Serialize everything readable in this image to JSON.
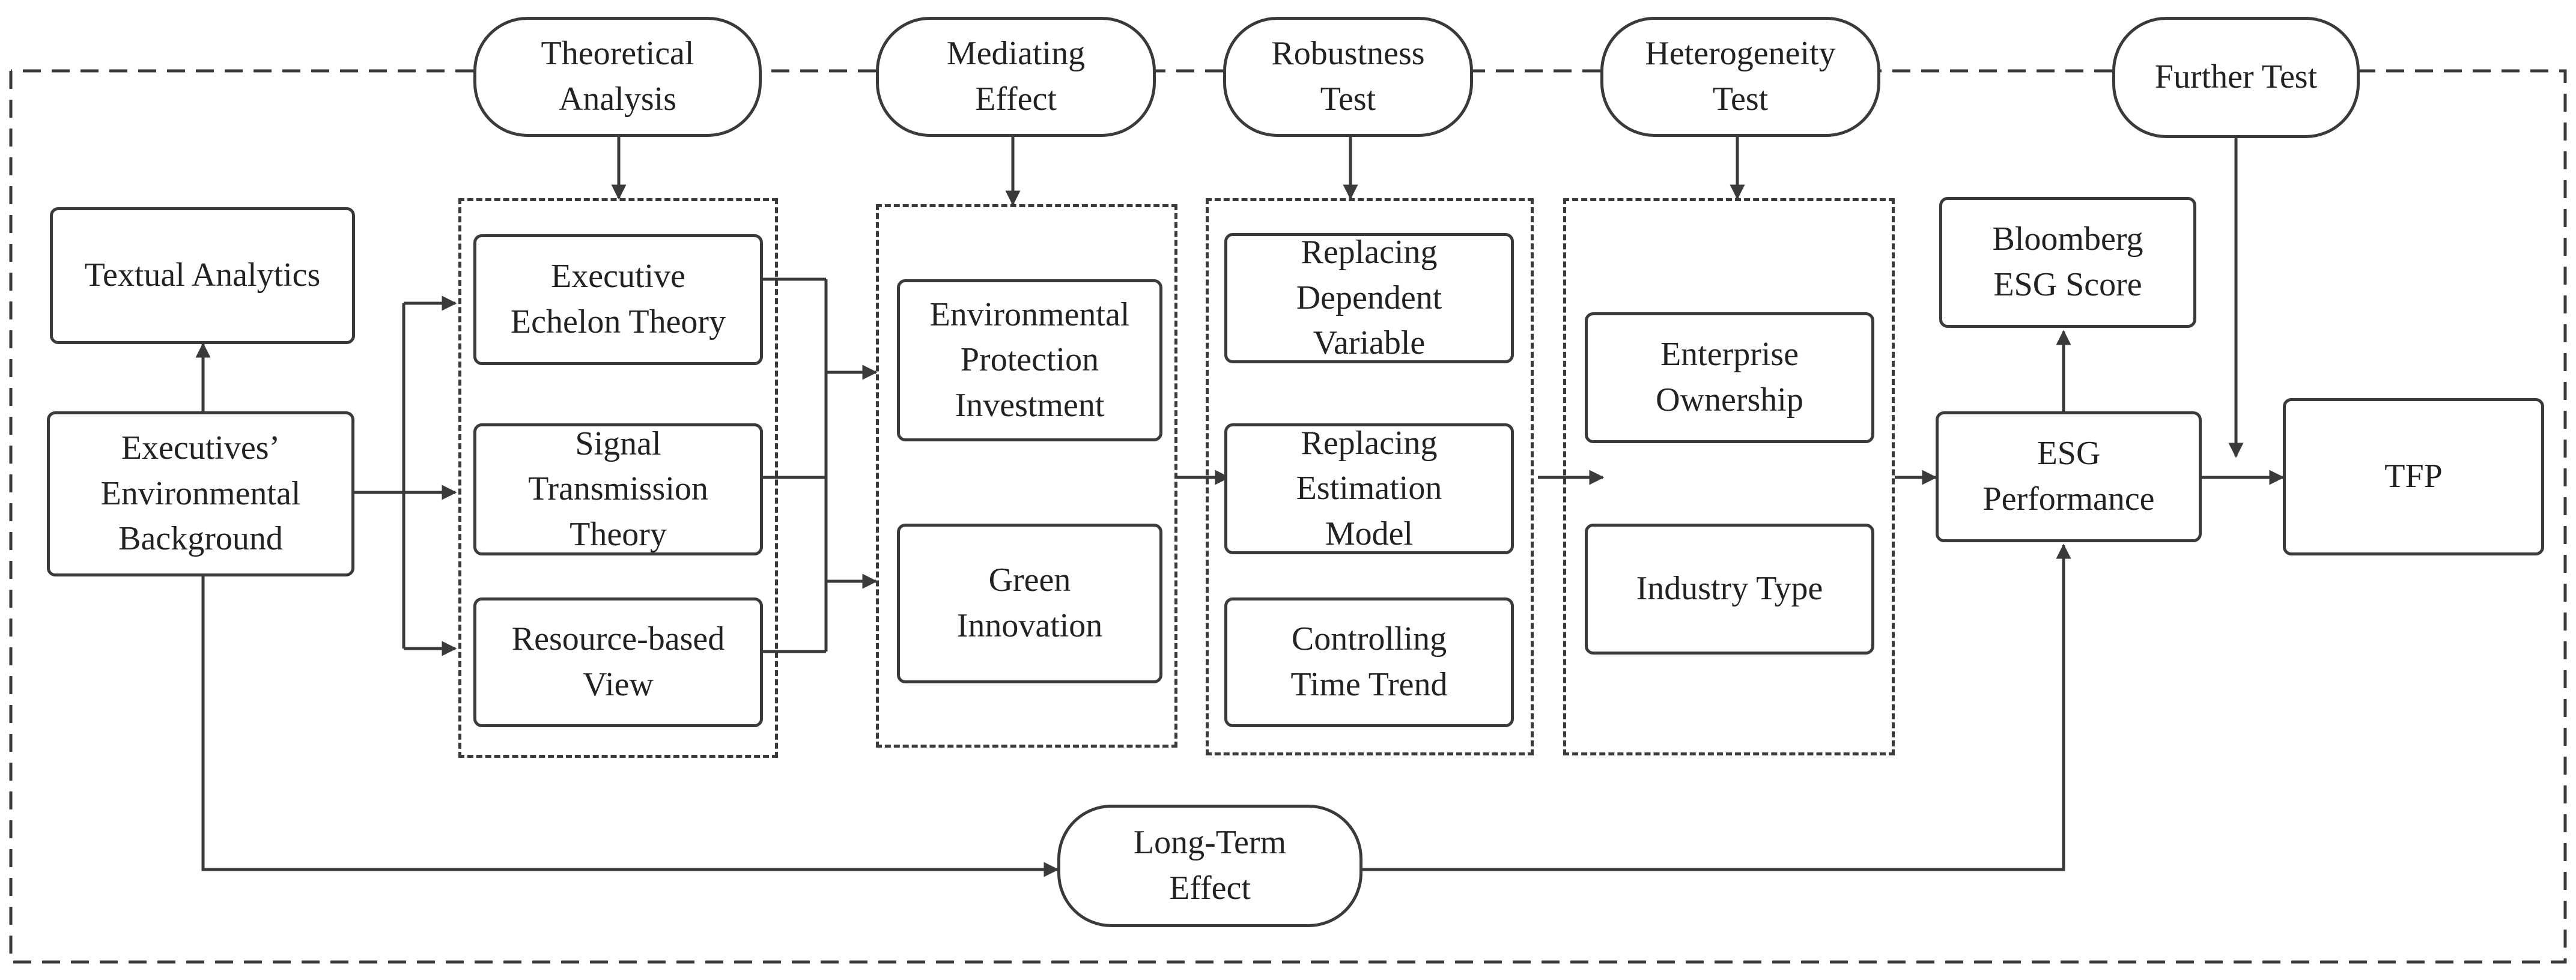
{
  "headers": {
    "theoretical": "Theoretical\nAnalysis",
    "mediating": "Mediating\nEffect",
    "robustness": "Robustness\nTest",
    "heterogeneity": "Heterogeneity\nTest",
    "further": "Further Test"
  },
  "nodes": {
    "textual_analytics": "Textual Analytics",
    "executives_background": "Executives’\nEnvironmental\nBackground",
    "executive_echelon": "Executive\nEchelon Theory",
    "signal_transmission": "Signal\nTransmission\nTheory",
    "resource_based": "Resource-based\nView",
    "env_protection": "Environmental\nProtection\nInvestment",
    "green_innovation": "Green\nInnovation",
    "replacing_dependent": "Replacing\nDependent\nVariable",
    "replacing_estimation": "Replacing\nEstimation\nModel",
    "controlling_time": "Controlling\nTime Trend",
    "enterprise_ownership": "Enterprise\nOwnership",
    "industry_type": "Industry Type",
    "bloomberg_esg": "Bloomberg\nESG Score",
    "esg_performance": "ESG\nPerformance",
    "tfp": "TFP",
    "long_term": "Long-Term\nEffect"
  }
}
